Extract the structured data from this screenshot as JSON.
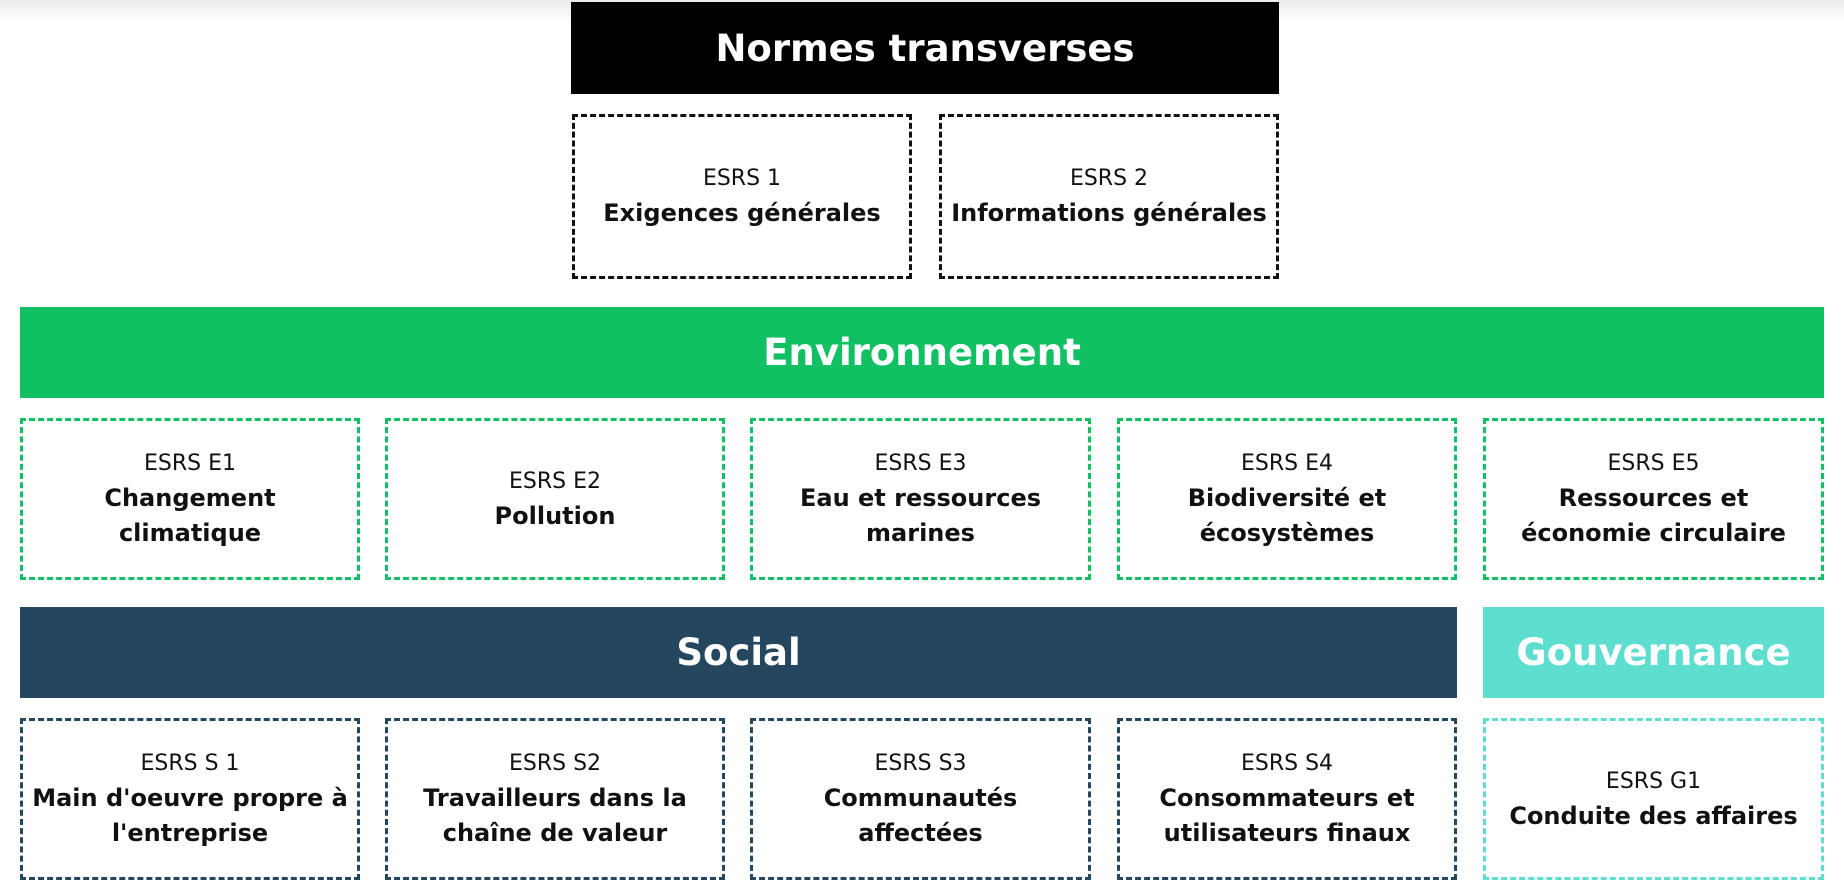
{
  "colors": {
    "transverse": "#000000",
    "environment": "#12c064",
    "social": "#24465f",
    "governance": "#5ddecf"
  },
  "transverse": {
    "header": "Normes transverses",
    "cards": [
      {
        "code": "ESRS 1",
        "title": "Exigences générales"
      },
      {
        "code": "ESRS 2",
        "title": "Informations générales"
      }
    ]
  },
  "environment": {
    "header": "Environnement",
    "cards": [
      {
        "code": "ESRS E1",
        "title": "Changement climatique"
      },
      {
        "code": "ESRS E2",
        "title": "Pollution"
      },
      {
        "code": "ESRS E3",
        "title": "Eau et ressources marines"
      },
      {
        "code": "ESRS E4",
        "title": "Biodiversité et écosystèmes"
      },
      {
        "code": "ESRS E5",
        "title": "Ressources et économie circulaire"
      }
    ]
  },
  "social": {
    "header": "Social",
    "cards": [
      {
        "code": "ESRS S 1",
        "title": "Main d'oeuvre propre à l'entreprise"
      },
      {
        "code": "ESRS S2",
        "title": "Travailleurs dans la chaîne de valeur"
      },
      {
        "code": "ESRS S3",
        "title": "Communautés affectées"
      },
      {
        "code": "ESRS S4",
        "title": "Consommateurs et utilisateurs finaux"
      }
    ]
  },
  "governance": {
    "header": "Gouvernance",
    "cards": [
      {
        "code": "ESRS G1",
        "title": "Conduite des affaires"
      }
    ]
  }
}
